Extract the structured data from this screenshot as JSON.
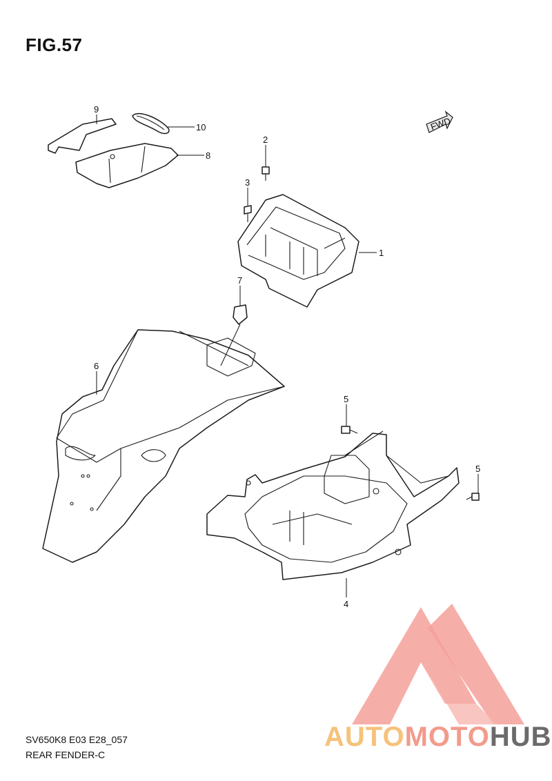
{
  "figure": {
    "title": "FIG.57"
  },
  "fwd_marker": {
    "label": "FWD"
  },
  "callouts": [
    "9",
    "10",
    "8",
    "2",
    "3",
    "1",
    "7",
    "6",
    "5",
    "5",
    "4"
  ],
  "footer": {
    "code": "SV650K8 E03 E28_057",
    "name": "REAR FENDER-C"
  },
  "watermark": {
    "part1": "AUTO",
    "part2": "MOTO",
    "part3": "HUB"
  }
}
